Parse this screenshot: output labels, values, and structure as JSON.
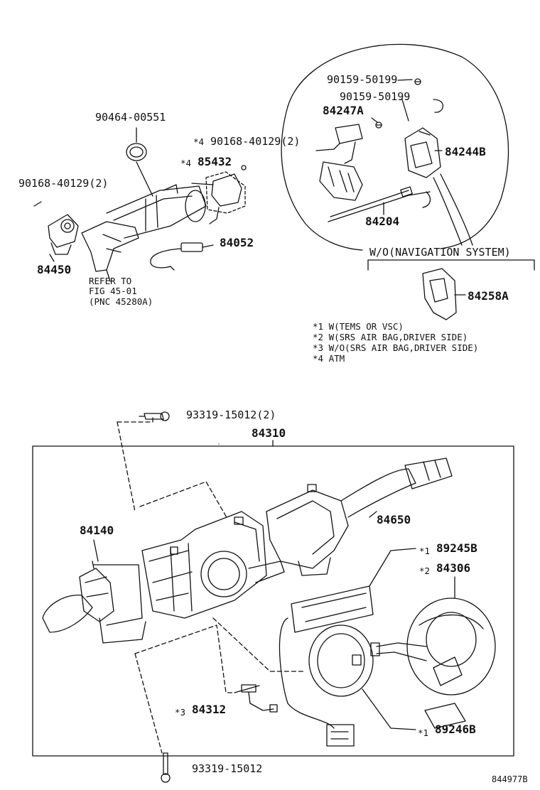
{
  "parts": {
    "p90464": "90464-00551",
    "p90168_4": "90168-40129(2)",
    "p85432": "85432",
    "p90168_2": "90168-40129(2)",
    "p84052": "84052",
    "p84450": "84450",
    "refer_line1": "REFER TO",
    "refer_line2": "FIG 45-01",
    "refer_line3": "(PNC 45280A)",
    "p90159_a": "90159-50199",
    "p90159_b": "90159-50199",
    "p84247A": "84247A",
    "p84244B": "84244B",
    "p84204": "84204",
    "wo_nav": "W/O(NAVIGATION SYSTEM)",
    "p84258A": "84258A",
    "p93319_2": "93319-15012(2)",
    "p84310": "84310",
    "p84140": "84140",
    "p84650": "84650",
    "p89245B": "89245B",
    "p84306": "84306",
    "p84312": "84312",
    "p89246B": "89246B",
    "p93319": "93319-15012",
    "figure_id": "844977B"
  },
  "markers": {
    "m1": "*1",
    "m2": "*2",
    "m3": "*3",
    "m4": "*4"
  },
  "notes": [
    "*1 W(TEMS OR VSC)",
    "*2 W(SRS AIR BAG,DRIVER SIDE)",
    "*3 W/O(SRS AIR BAG,DRIVER SIDE)",
    "*4 ATM"
  ],
  "colors": {
    "ink": "#111111",
    "background": "#ffffff"
  }
}
